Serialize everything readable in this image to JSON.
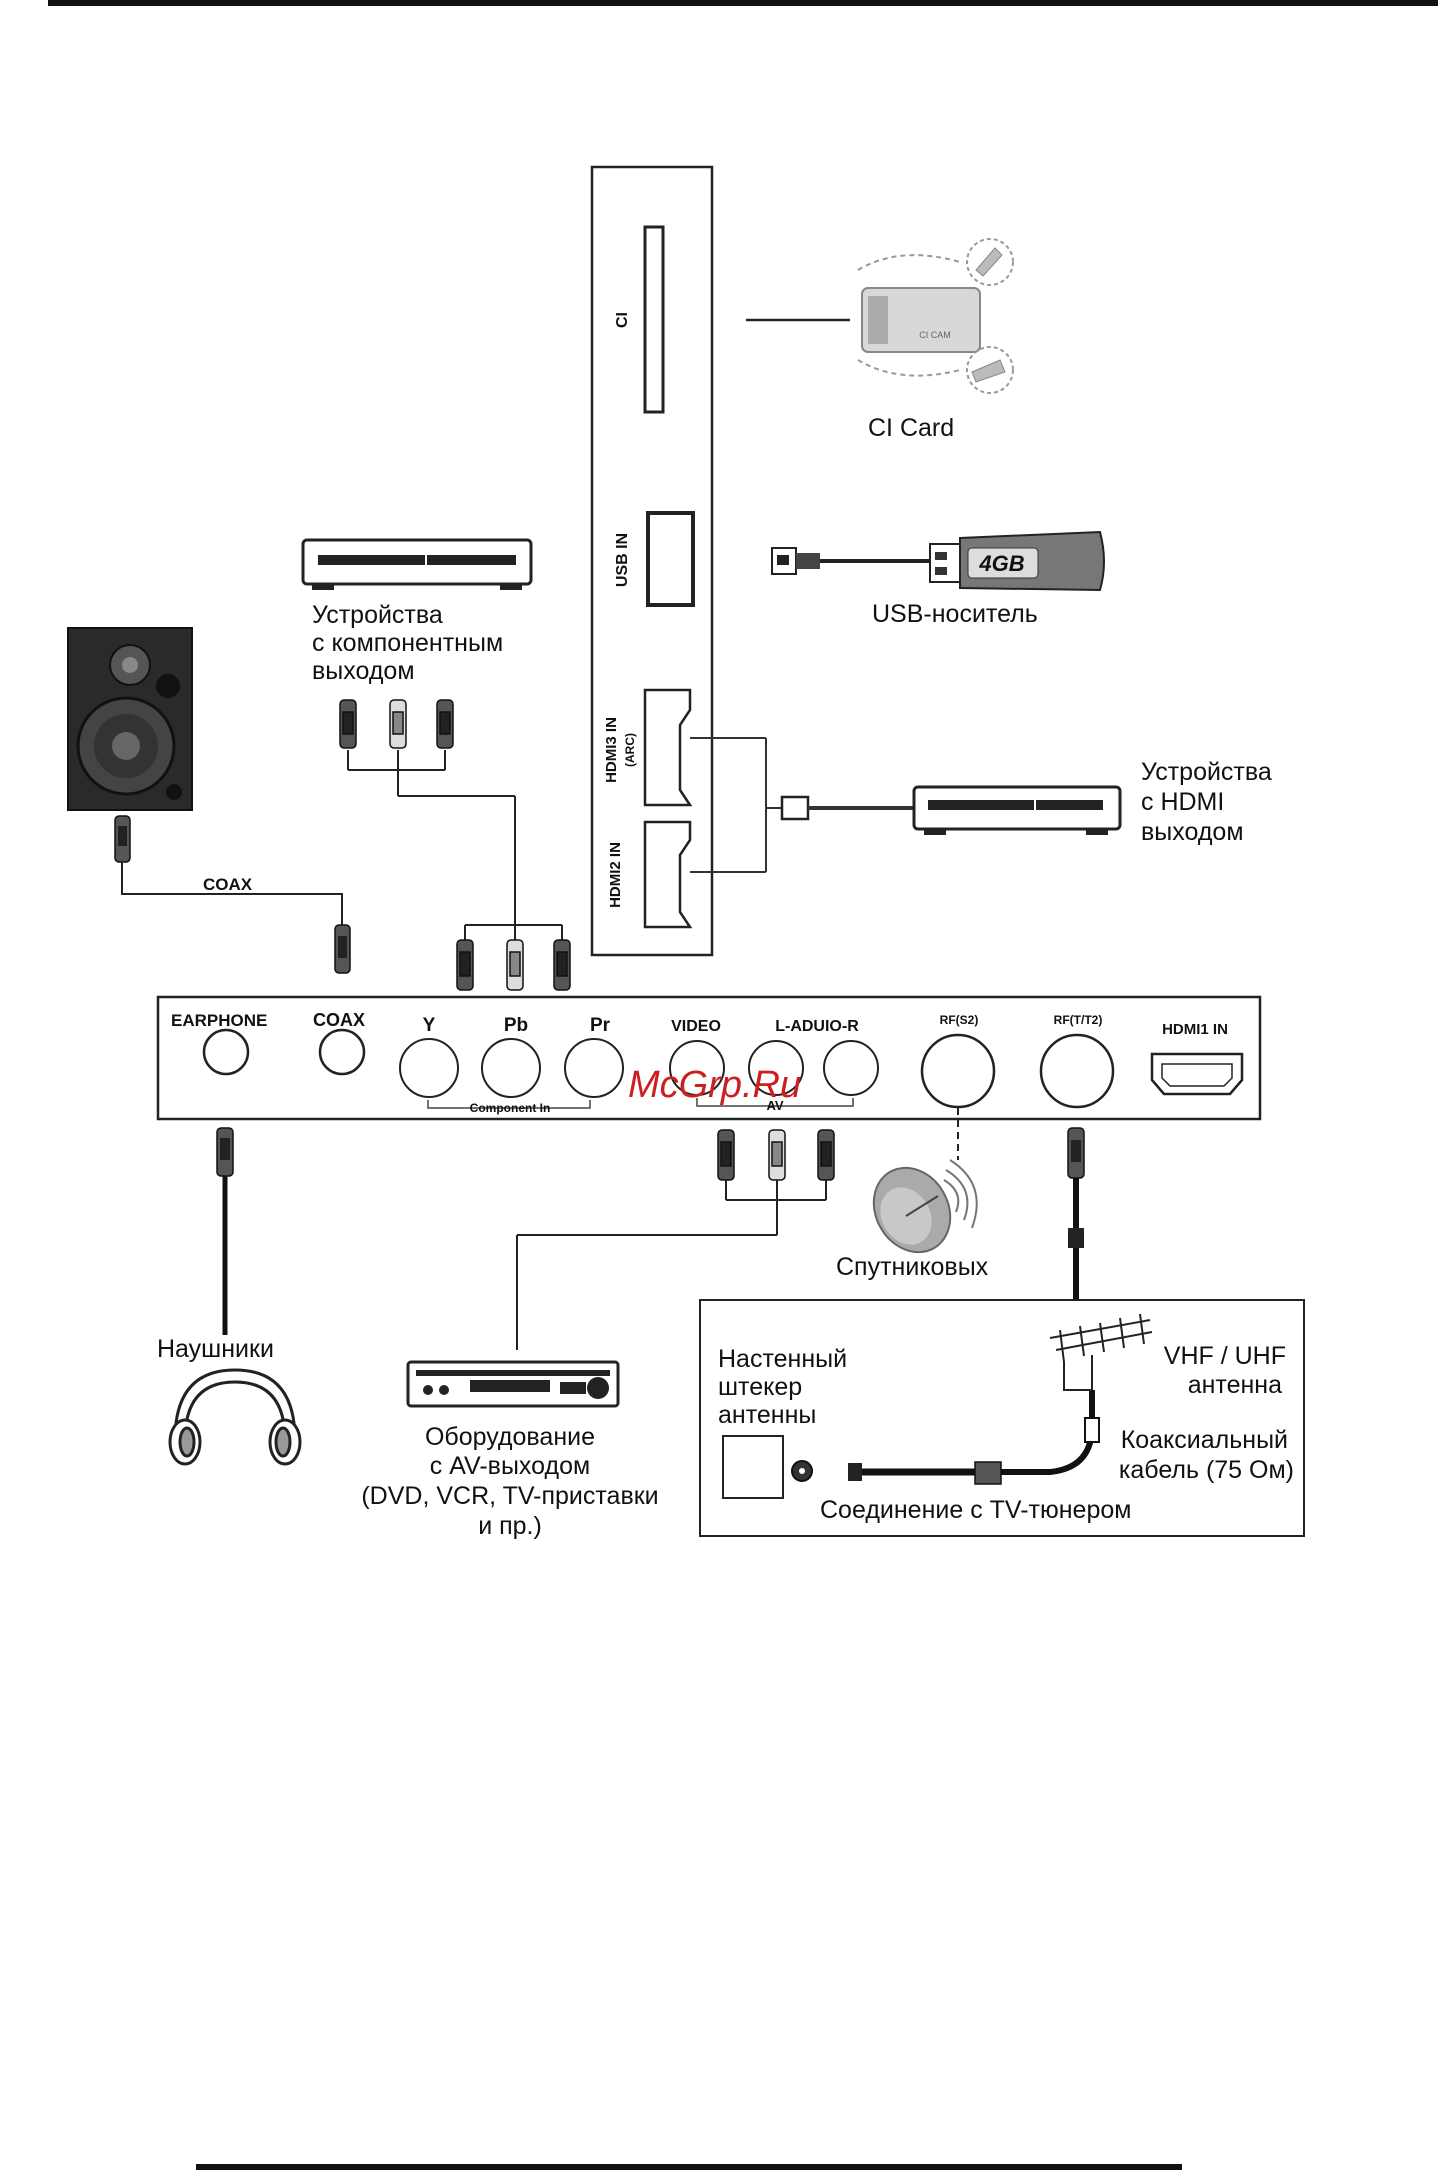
{
  "side_panel": {
    "ci": "CI",
    "usb_in": "USB IN",
    "hdmi3_in": "HDMI3 IN",
    "hdmi3_arc": "(ARC)",
    "hdmi2_in": "HDMI2 IN"
  },
  "devices": {
    "ci_card": "CI Card",
    "ci_card_brand": "CI CAM",
    "usb_label": "USB-носитель",
    "usb_capacity": "4GB",
    "component_device_line1": "Устройства",
    "component_device_line2": "с компонентным",
    "component_device_line3": "выходом",
    "hdmi_device_line1": "Устройства",
    "hdmi_device_line2": "с HDMI",
    "hdmi_device_line3": "выходом",
    "coax_cable": "COAX",
    "headphones": "Наушники",
    "av_device_line1": "Оборудование",
    "av_device_line2": "с AV-выходом",
    "av_device_line3": "(DVD, VCR, TV-приставки",
    "av_device_line4": "и пр.)",
    "satellite": "Спутниковых"
  },
  "bottom_panel": {
    "earphone": "EARPHONE",
    "coax": "COAX",
    "y": "Y",
    "pb": "Pb",
    "pr": "Pr",
    "video": "VIDEO",
    "audio": "L-ADUIO-R",
    "rf_s2": "RF(S2)",
    "rf_t_t2": "RF(T/T2)",
    "hdmi1_in": "HDMI1 IN",
    "component_in": "Component In",
    "av": "AV"
  },
  "antenna_box": {
    "wall_socket_line1": "Настенный",
    "wall_socket_line2": "штекер",
    "wall_socket_line3": "антенны",
    "antenna_line1": "VHF / UHF",
    "antenna_line2": "антенна",
    "cable_line1": "Коаксиальный",
    "cable_line2": "кабель (75 Ом)",
    "tuner_connection": "Соединение с TV-тюнером"
  },
  "watermark": "McGrp.Ru"
}
